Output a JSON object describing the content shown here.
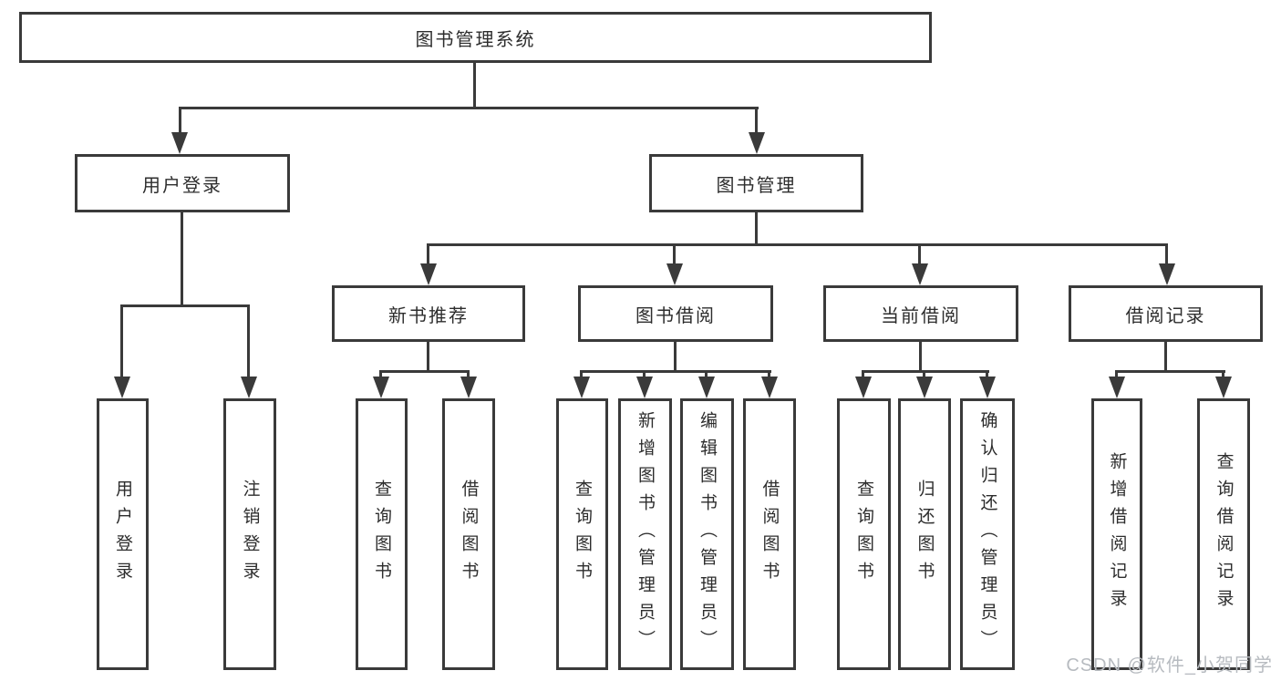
{
  "diagram_title": "图书管理系统",
  "nodes": {
    "root": {
      "label": "图书管理系统"
    },
    "user_login": {
      "label": "用户登录"
    },
    "book_mgmt": {
      "label": "图书管理"
    },
    "new_book_rec": {
      "label": "新书推荐"
    },
    "book_borrow": {
      "label": "图书借阅"
    },
    "current_borrow": {
      "label": "当前借阅"
    },
    "borrow_record": {
      "label": "借阅记录"
    },
    "leaf_user_login": {
      "label": "用户登录"
    },
    "leaf_logout": {
      "label": "注销登录"
    },
    "leaf_rec_query": {
      "label": "查询图书"
    },
    "leaf_rec_borrow": {
      "label": "借阅图书"
    },
    "leaf_bb_query": {
      "label": "查询图书"
    },
    "leaf_bb_add": {
      "label": "新增图书（管理员）"
    },
    "leaf_bb_edit": {
      "label": "编辑图书（管理员）"
    },
    "leaf_bb_borrow": {
      "label": "借阅图书"
    },
    "leaf_cb_query": {
      "label": "查询图书"
    },
    "leaf_cb_return": {
      "label": "归还图书"
    },
    "leaf_cb_confirm": {
      "label": "确认归还（管理员）"
    },
    "leaf_br_add": {
      "label": "新增借阅记录"
    },
    "leaf_br_query": {
      "label": "查询借阅记录"
    }
  },
  "edges": [
    "图书管理系统→用户登录",
    "图书管理系统→图书管理",
    "用户登录→用户登录",
    "用户登录→注销登录",
    "图书管理→新书推荐",
    "图书管理→图书借阅",
    "图书管理→当前借阅",
    "图书管理→借阅记录",
    "新书推荐→查询图书",
    "新书推荐→借阅图书",
    "图书借阅→查询图书",
    "图书借阅→新增图书（管理员）",
    "图书借阅→编辑图书（管理员）",
    "图书借阅→借阅图书",
    "当前借阅→查询图书",
    "当前借阅→归还图书",
    "当前借阅→确认归还（管理员）",
    "借阅记录→新增借阅记录",
    "借阅记录→查询借阅记录"
  ],
  "watermark": {
    "text": "CSDN @软件_小贺同学"
  },
  "colors": {
    "line": "#3a3a3a",
    "text": "#2d2d2d",
    "background": "#ffffff",
    "watermark": "#b7bbc0"
  }
}
